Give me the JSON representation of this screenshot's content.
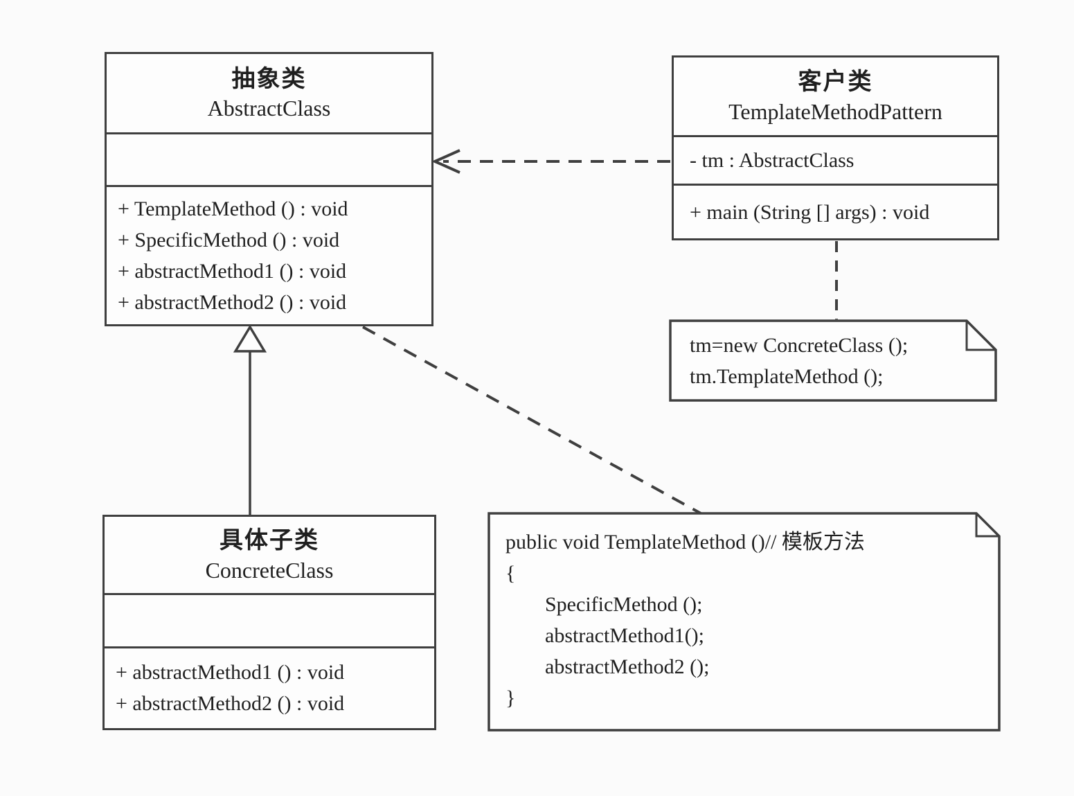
{
  "colors": {
    "line": "#3f3f3f",
    "text": "#1f1f1f",
    "background": "#fbfbfb",
    "box_fill": "#fdfdfd"
  },
  "classes": [
    {
      "name_cn": "抽象类",
      "name_en": "AbstractClass",
      "attributes": [],
      "methods": [
        "+ TemplateMethod () : void",
        "+ SpecificMethod () : void",
        "+ abstractMethod1 () : void",
        "+ abstractMethod2 () : void"
      ]
    },
    {
      "name_cn": "客户类",
      "name_en": "TemplateMethodPattern",
      "attributes": [
        "- tm : AbstractClass"
      ],
      "methods": [
        "+ main (String [] args) : void"
      ]
    },
    {
      "name_cn": "具体子类",
      "name_en": "ConcreteClass",
      "attributes": [],
      "methods": [
        "+ abstractMethod1 () : void",
        "+ abstractMethod2 () : void"
      ]
    }
  ],
  "notes": [
    {
      "lines": [
        "tm=new ConcreteClass ();",
        "tm.TemplateMethod ();"
      ]
    },
    {
      "lines": [
        "public void TemplateMethod ()// 模板方法",
        "{",
        "SpecificMethod ();",
        "abstractMethod1();",
        "abstractMethod2 ();",
        "}"
      ]
    }
  ],
  "relationships": [
    {
      "type": "dependency",
      "style": "dashed-open-arrow",
      "from": "TemplateMethodPattern",
      "to": "AbstractClass"
    },
    {
      "type": "generalization",
      "style": "solid-hollow-triangle",
      "from": "ConcreteClass",
      "to": "AbstractClass"
    },
    {
      "type": "note-anchor",
      "style": "dashed",
      "from": "TemplateMethodPattern",
      "to": "note-client-code"
    },
    {
      "type": "note-anchor",
      "style": "dashed",
      "from": "AbstractClass",
      "to": "note-template-method-body"
    }
  ]
}
